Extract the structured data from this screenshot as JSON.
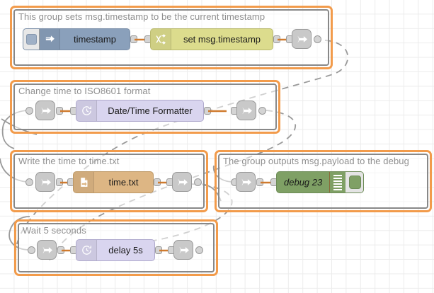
{
  "app": {
    "name": "Node-RED flow editor",
    "canvas_label": "flow-canvas"
  },
  "colors": {
    "group_border": "#f29b4b",
    "group_inner_border": "#888888",
    "wire": "#cf7a2e",
    "link_wire": "#999999",
    "grid": "#ececec",
    "inject_node": "#8aa0bb",
    "change_node": "#dcdc8d",
    "datetime_node": "#d9d5ef",
    "file_node": "#ddb684",
    "debug_node": "#7fa065",
    "delay_node": "#d9d5ef",
    "link_node": "#c9c9c9"
  },
  "groups": [
    {
      "id": "group-timestamp",
      "title": "This group sets msg.timestamp to be the current timestamp",
      "nodes": [
        {
          "id": "inject-timestamp",
          "type": "inject",
          "label": "timestamp",
          "icon": "arrow-right-icon",
          "has_button": true
        },
        {
          "id": "change-set-timestamp",
          "type": "change",
          "label": "set msg.timestamp",
          "icon": "shuffle-arrows-icon"
        },
        {
          "id": "link-out-1",
          "type": "link-out",
          "label": "",
          "icon": "link-out-icon"
        }
      ]
    },
    {
      "id": "group-iso8601",
      "title": "Change time to ISO8601 format",
      "nodes": [
        {
          "id": "link-in-1",
          "type": "link-in",
          "label": "",
          "icon": "link-in-icon"
        },
        {
          "id": "datetime-formatter",
          "type": "datetime",
          "label": "Date/Time Formatter",
          "icon": "clock-icon"
        },
        {
          "id": "link-out-2",
          "type": "link-out",
          "label": "",
          "icon": "link-out-icon"
        }
      ]
    },
    {
      "id": "group-write-file",
      "title": "Write the time to time.txt",
      "nodes": [
        {
          "id": "link-in-2",
          "type": "link-in",
          "label": "",
          "icon": "link-in-icon"
        },
        {
          "id": "file-time-txt",
          "type": "file",
          "label": "time.txt",
          "icon": "file-write-icon"
        },
        {
          "id": "link-out-3",
          "type": "link-out",
          "label": "",
          "icon": "link-out-icon"
        }
      ]
    },
    {
      "id": "group-debug",
      "title": "The group outputs msg.payload to the debug",
      "nodes": [
        {
          "id": "link-in-3",
          "type": "link-in",
          "label": "",
          "icon": "link-in-icon"
        },
        {
          "id": "debug-23",
          "type": "debug",
          "label": "debug 23",
          "icon": "debug-lines-icon",
          "has_button": true
        }
      ]
    },
    {
      "id": "group-wait",
      "title": "Wait 5 seconds",
      "nodes": [
        {
          "id": "link-in-4",
          "type": "link-in",
          "label": "",
          "icon": "link-in-icon"
        },
        {
          "id": "delay-5s",
          "type": "delay",
          "label": "delay 5s",
          "icon": "clock-icon"
        },
        {
          "id": "link-out-4",
          "type": "link-out",
          "label": "",
          "icon": "link-out-icon"
        }
      ]
    }
  ]
}
